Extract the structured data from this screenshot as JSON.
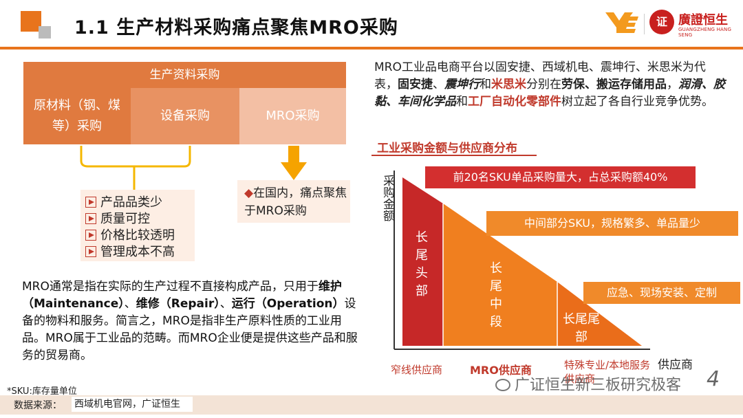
{
  "header": {
    "title": "1.1 生产材料采购痛点聚焦MRO采购",
    "logo_text": "廣證恒生",
    "logo_sub": "GUANGZHENG HANG SENG",
    "logo_seal": "证"
  },
  "procurement": {
    "top": "生产资料采购",
    "cells": [
      "原材料（钢、煤等）采购",
      "设备采购",
      "MRO采购"
    ],
    "features": [
      "产品品类少",
      "质量可控",
      "价格比较透明",
      "管理成本不高"
    ],
    "focus": "在国内，痛点聚焦于MRO采购"
  },
  "definition": {
    "p1": "MRO通常是指在实际的生产过程不直接构成产品，只用于",
    "maint": "维护（Maintenance）",
    "sep1": "、",
    "repair": "维修（Repair）",
    "sep2": "、",
    "op": "运行（Operation）",
    "p2": "设备的物料和服务。简言之，MRO是指非生产原料性质的工业用品。MRO属于工业品的范畴。而MRO企业便是提供这些产品和服务的贸易商。"
  },
  "right_text": {
    "a": "MRO工业品电商平台以固安捷、西域机电、震坤行、米思米为代表，",
    "b1": "固安捷",
    "c1": "、",
    "b2": "震坤行",
    "c2": "和",
    "b3": "米思米",
    "c3": "分别在",
    "b4": "劳保、搬运存储用品",
    "c4": "，",
    "b5": "润滑、胶黏、车间化学品",
    "c5": "和",
    "b6": "工厂自动化零部件",
    "c6": "树立起了各自行业竞争优势。"
  },
  "chart": {
    "title": "工业采购金额与供应商分布",
    "y_label": "采购金额",
    "x_label": "供应商",
    "ann_top": "前20名SKU单品采购量大，占总采购额40%",
    "ann_mid": "中间部分SKU，规格繁多、单品量少",
    "ann_low": "应急、现场安装、定制",
    "seg1": "长尾头部",
    "seg2": "长尾中段",
    "seg3": "长尾尾部",
    "foot1": "窄线供应商",
    "foot2": "MRO供应商",
    "foot3": "特殊专业/本地服务供应商",
    "colors": {
      "red": "#d32f2f",
      "orange": "#f08a2a",
      "deep": "#e8741c"
    }
  },
  "footer": {
    "sku_note": "*SKU:库存量单位",
    "source_label": "数据来源：",
    "source": "西域机电官网，广证恒生",
    "watermark": "广证恒生新三板研究极客",
    "page": "4"
  }
}
